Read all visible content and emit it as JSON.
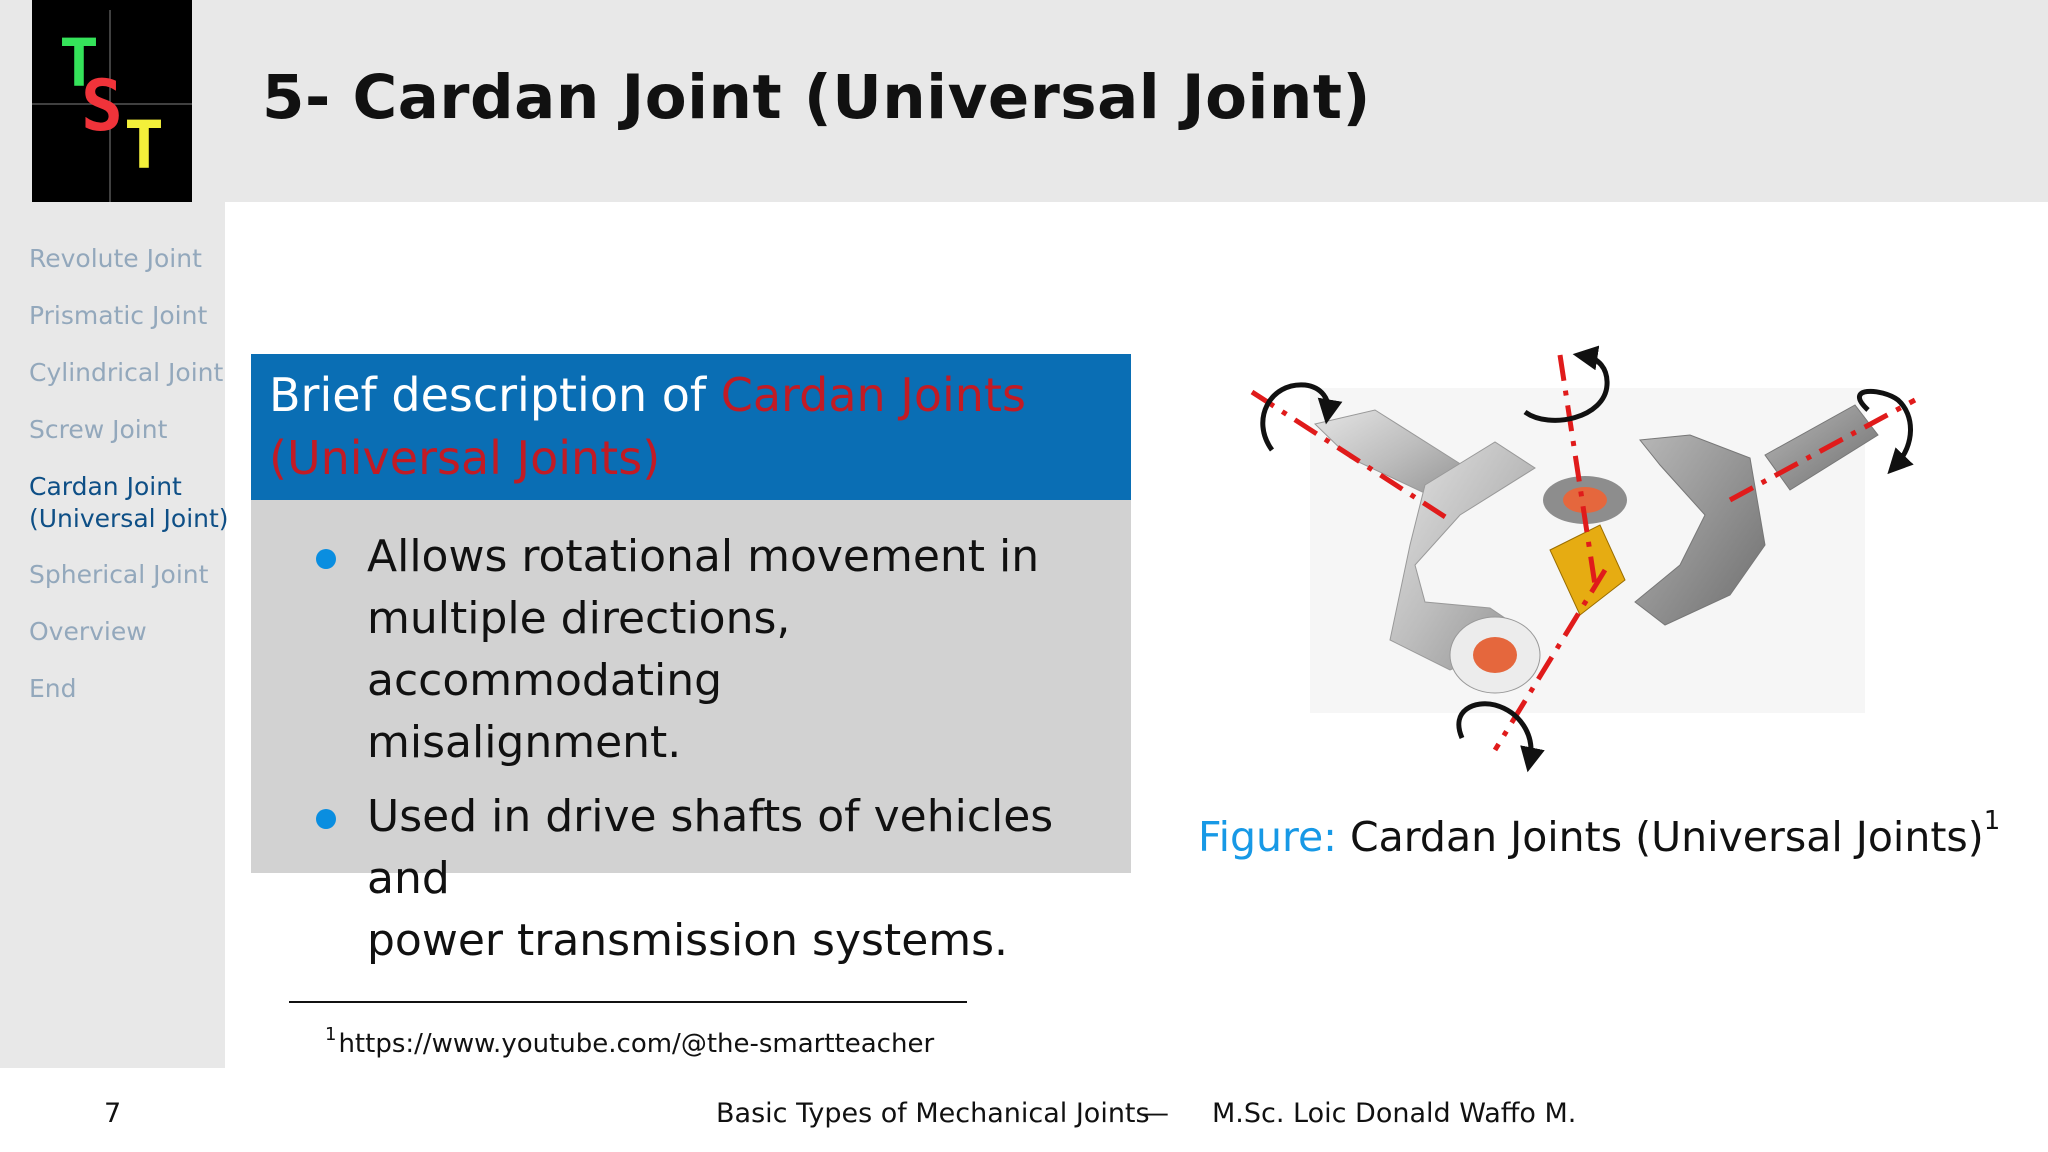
{
  "header": {
    "title": "5- Cardan Joint (Universal Joint)",
    "logo_letters": [
      "T",
      "S",
      "T"
    ],
    "logo_colors": [
      "#35e35a",
      "#f0333a",
      "#f3f03a"
    ]
  },
  "sidebar": {
    "items": [
      {
        "label": "Revolute Joint"
      },
      {
        "label": "Prismatic Joint"
      },
      {
        "label": "Cylindrical Joint"
      },
      {
        "label": "Screw Joint"
      },
      {
        "label": "Cardan Joint",
        "label2": "(Universal Joint)"
      },
      {
        "label": "Spherical Joint"
      },
      {
        "label": "Overview"
      },
      {
        "label": "End"
      }
    ]
  },
  "block": {
    "title_plain": "Brief description of",
    "title_highlight_1": "Cardan Joints",
    "title_highlight_2": "(Universal Joints)",
    "bullets": [
      {
        "lines": [
          "Allows rotational movement in",
          "multiple directions, accommodating",
          "misalignment."
        ]
      },
      {
        "lines": [
          "Used in drive shafts of vehicles and",
          "power transmission systems."
        ]
      }
    ]
  },
  "figure": {
    "caption_label": "Figure:",
    "caption_text": "Cardan Joints (Universal Joints)",
    "caption_mark": "1"
  },
  "footnote": {
    "mark": "1",
    "text": "https://www.youtube.com/@the-smartteacher"
  },
  "footer": {
    "page": "7",
    "title": "Basic Types of Mechanical Joints",
    "separator": "—",
    "author": "M.Sc. Loic Donald Waffo M."
  },
  "colors": {
    "accent_blue": "#0a6eb4",
    "highlight_red": "#c21b24",
    "axis_red": "#e01b1b"
  }
}
